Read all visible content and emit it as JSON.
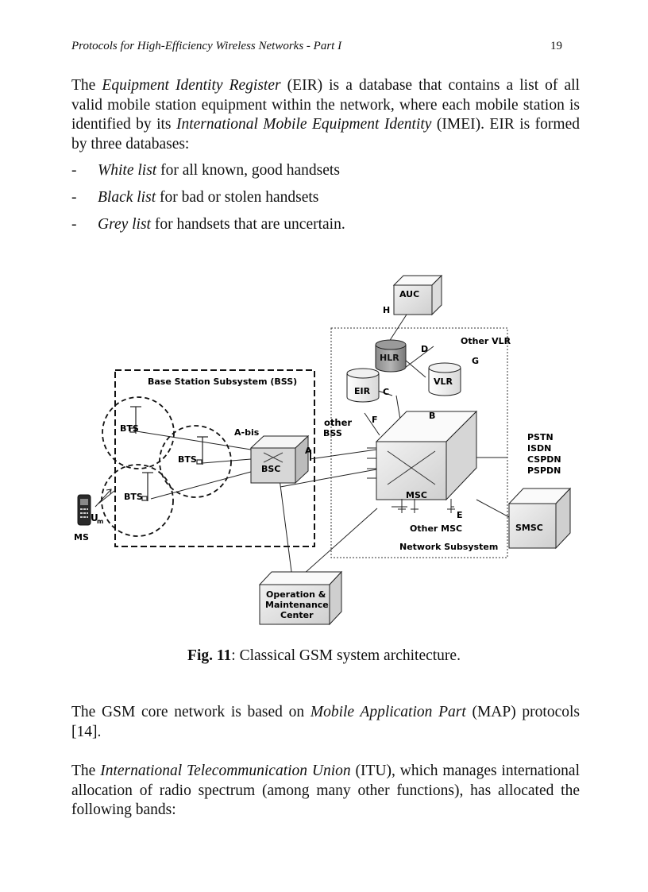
{
  "header": {
    "title": "Protocols for High-Efficiency Wireless Networks - Part I",
    "page_number": "19"
  },
  "intro": {
    "t1": "The ",
    "term1": "Equipment Identity Register",
    "t2": " (EIR) is a database that contains a list of all valid mobile station equipment within the network, where each mobile station is identified by its ",
    "term2": "International Mobile Equipment Identity",
    "t3": " (IMEI). EIR is formed by three databases:"
  },
  "bullets": [
    {
      "dash": "-",
      "term": "White list",
      "text": " for all known, good handsets"
    },
    {
      "dash": "-",
      "term": "Black list",
      "text": " for bad or stolen handsets"
    },
    {
      "dash": "-",
      "term": "Grey list",
      "text": " for handsets that are uncertain."
    }
  ],
  "figure": {
    "labels": {
      "auc": "AUC",
      "h": "H",
      "other_vlr": "Other VLR",
      "d": "D",
      "g": "G",
      "hlr": "HLR",
      "vlr": "VLR",
      "eir": "EIR",
      "c": "C",
      "bss_title": "Base Station Subsystem (BSS)",
      "other": "other",
      "bss": "BSS",
      "f": "F",
      "b": "B",
      "bts1": "BTS",
      "bts2": "BTS",
      "bts3": "BTS",
      "abis": "A-bis",
      "a": "A",
      "bsc": "BSC",
      "pstn": "PSTN",
      "isdn": "ISDN",
      "cspdn": "CSPDN",
      "pspdn": "PSPDN",
      "msc": "MSC",
      "e": "E",
      "other_msc": "Other MSC",
      "smsc": "SMSC",
      "um_u": "U",
      "um_m": "m",
      "ms": "MS",
      "network_subsystem": "Network Subsystem",
      "omc1": "Operation &",
      "omc2": "Maintenance",
      "omc3": "Center"
    }
  },
  "caption": {
    "fig": "Fig. 11",
    "text": ": Classical GSM system architecture."
  },
  "para2": {
    "t1": "The GSM core network is based on ",
    "term": "Mobile Application Part",
    "t2": " (MAP) protocols [14]."
  },
  "para3": {
    "t1": "The ",
    "term": "International Telecommunication Union",
    "t2": " (ITU), which manages international allocation of radio spectrum (among many other functions), has allocated the following bands:"
  }
}
